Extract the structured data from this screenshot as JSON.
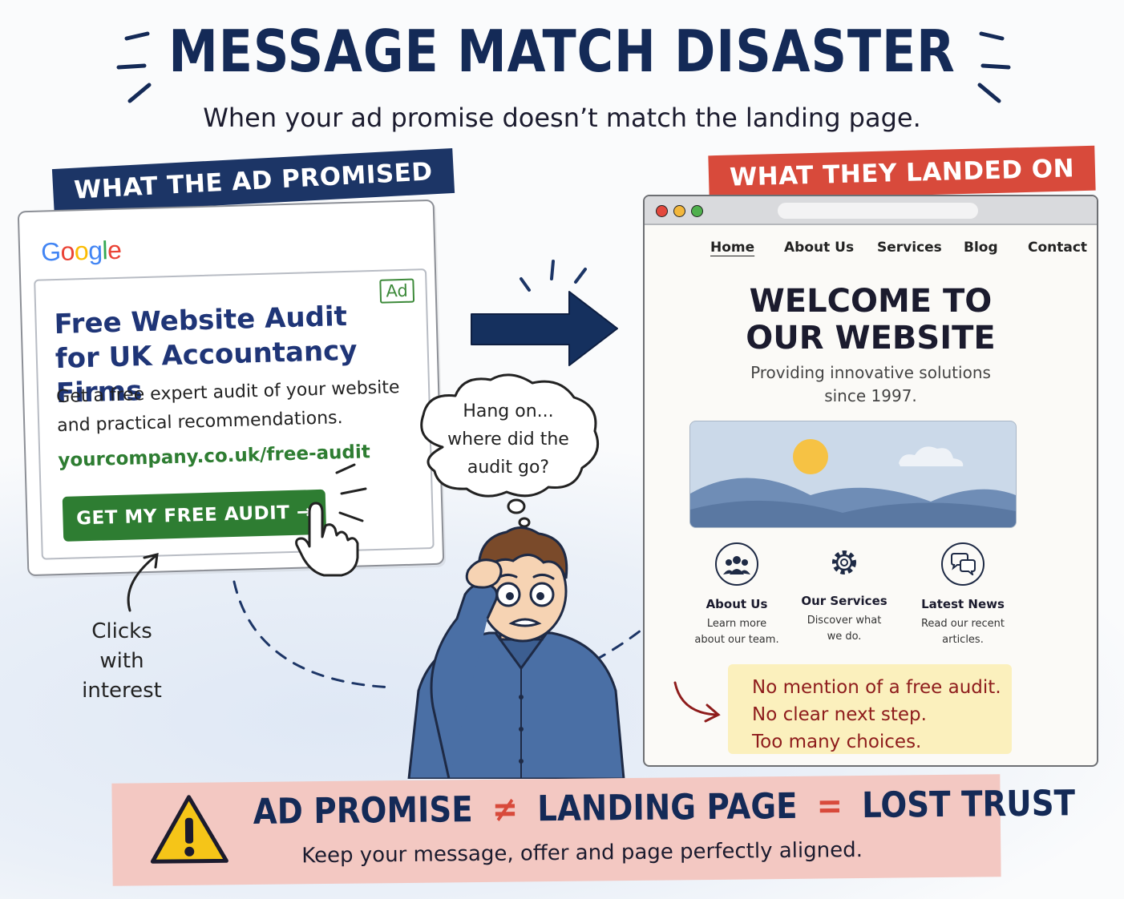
{
  "title": "MESSAGE MATCH DISASTER",
  "subtitle": "When your ad promise doesn’t match the landing page.",
  "left_banner": "WHAT THE AD PROMISED",
  "right_banner": "WHAT THEY LANDED ON",
  "ad": {
    "brand": [
      "G",
      "o",
      "o",
      "g",
      "l",
      "e"
    ],
    "badge": "Ad",
    "headline_1": "Free Website Audit",
    "headline_2": "for UK Accountancy Firms",
    "body_1": "Get a free expert audit of your website",
    "body_2": "and practical recommendations.",
    "url": "yourcompany.co.uk/free-audit",
    "cta": "GET MY FREE AUDIT →"
  },
  "clicks_note": [
    "Clicks",
    "with",
    "interest"
  ],
  "thought_bubble": [
    "Hang on...",
    "where did the",
    "audit go?"
  ],
  "site": {
    "nav": [
      "Home",
      "About Us",
      "Services",
      "Blog",
      "Contact"
    ],
    "headline_1": "WELCOME TO",
    "headline_2": "OUR WEBSITE",
    "tagline_1": "Providing innovative solutions",
    "tagline_2": "since 1997.",
    "columns": [
      {
        "title": "About Us",
        "desc_1": "Learn more",
        "desc_2": "about our team."
      },
      {
        "title": "Our Services",
        "desc_1": "Discover what",
        "desc_2": "we do."
      },
      {
        "title": "Latest News",
        "desc_1": "Read our recent",
        "desc_2": "articles."
      }
    ],
    "problems": [
      "No mention of a free audit.",
      "No clear next step.",
      "Too many choices."
    ]
  },
  "bottom": {
    "equation_1": "AD PROMISE",
    "neq": "≠",
    "equation_2": "LANDING PAGE",
    "eq": "=",
    "equation_3": "LOST TRUST",
    "tagline": "Keep your message, offer and page perfectly aligned."
  },
  "colors": {
    "navy": "#142a57",
    "red": "#d84a3b",
    "green": "#2e7d32",
    "note": "#fbf0bd",
    "warning": "#f5c518"
  }
}
